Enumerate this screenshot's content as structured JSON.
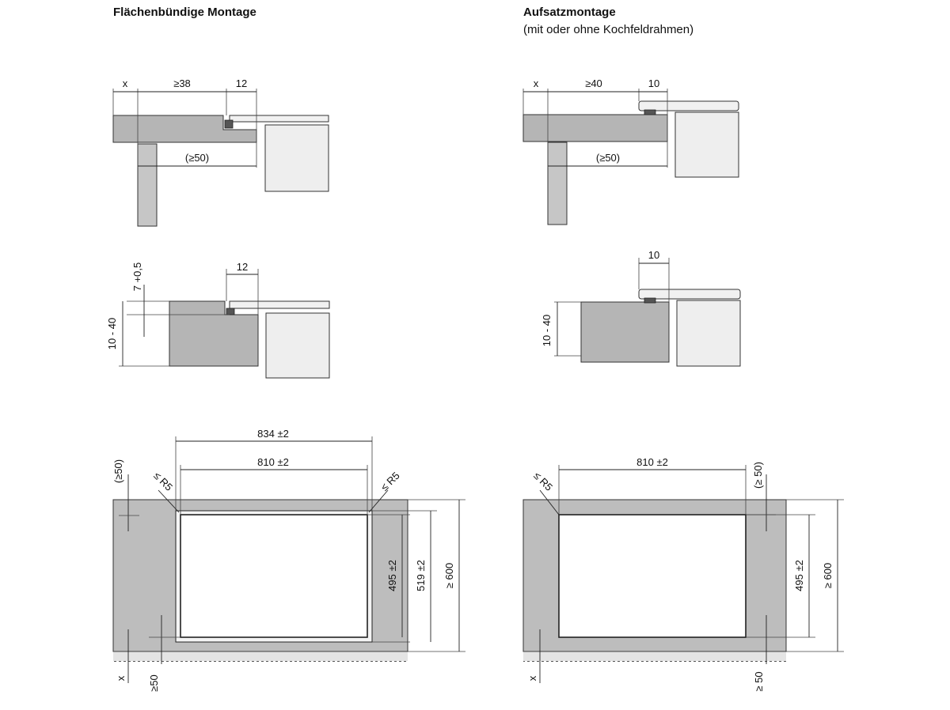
{
  "headings": {
    "left_title": "Flächenbündige Montage",
    "right_title": "Aufsatzmontage",
    "right_subtitle": "(mit oder ohne Kochfeldrahmen)"
  },
  "dimensions": {
    "left_top": {
      "x": "x",
      "min_thickness": "≥38",
      "frame": "12",
      "depth": "(≥50)"
    },
    "right_top": {
      "x": "x",
      "min_thickness": "≥40",
      "frame": "10",
      "depth": "(≥50)"
    },
    "left_mid": {
      "step": "7 +0,5",
      "frame": "12",
      "thickness": "10 - 40"
    },
    "right_mid": {
      "frame": "10",
      "thickness": "10 - 40"
    },
    "left_plan": {
      "outer_width": "834 ±2",
      "inner_width": "810 ±2",
      "radius_left": "≤ R5",
      "radius_right": "≤ R5",
      "back_gap": "(≥50)",
      "inner_depth": "495 ±2",
      "outer_depth": "519 ±2",
      "counter_depth": "≥ 600",
      "x": "x",
      "front_gap": "≥50"
    },
    "right_plan": {
      "width": "810 ±2",
      "radius": "≤ R5",
      "back_gap": "(≥ 50)",
      "depth": "495 ±2",
      "counter_depth": "≥ 600",
      "x": "x",
      "front_gap": "≥ 50"
    }
  }
}
